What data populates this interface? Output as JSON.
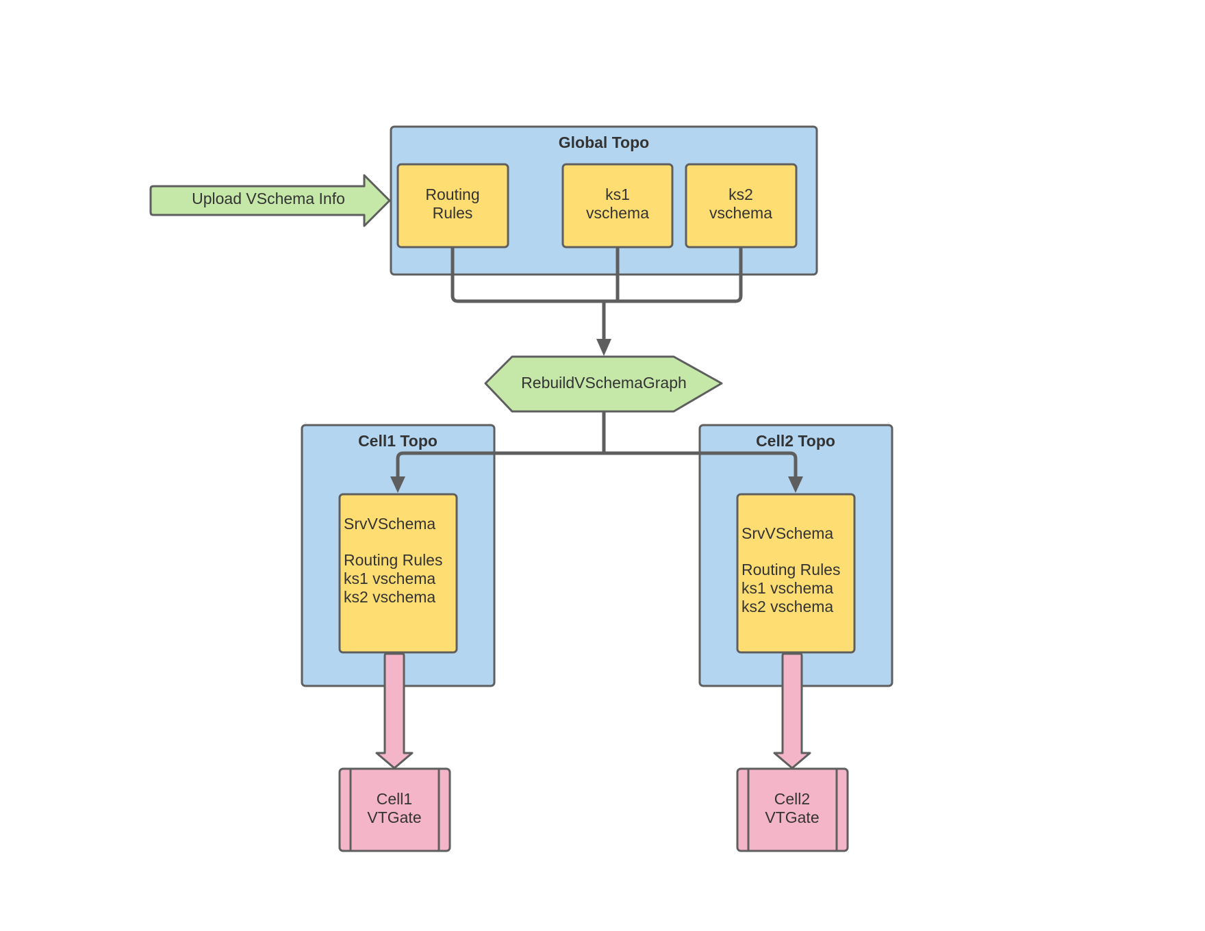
{
  "colors": {
    "container_fill": "#b3d5f0",
    "note_fill": "#fedd72",
    "process_fill": "#c5e8a9",
    "output_fill": "#f5b5c8",
    "stroke": "#5e5e5e",
    "text": "#333333"
  },
  "upload_arrow": {
    "label": "Upload VSchema Info"
  },
  "global_topo": {
    "title": "Global Topo",
    "routing_rules": [
      "Routing",
      "Rules"
    ],
    "ks1_vschema": [
      "ks1",
      "vschema"
    ],
    "ks2_vschema": [
      "ks2",
      "vschema"
    ]
  },
  "rebuild": {
    "label": "RebuildVSchemaGraph"
  },
  "cell1_topo": {
    "title": "Cell1 Topo",
    "srv_vschema": {
      "heading": "SrvVSchema",
      "lines": [
        "Routing Rules",
        "ks1 vschema",
        "ks2 vschema"
      ]
    },
    "vtgate": [
      "Cell1",
      "VTGate"
    ]
  },
  "cell2_topo": {
    "title": "Cell2 Topo",
    "srv_vschema": {
      "heading": "SrvVSchema",
      "lines": [
        "Routing Rules",
        "ks1 vschema",
        "ks2 vschema"
      ]
    },
    "vtgate": [
      "Cell2",
      "VTGate"
    ]
  }
}
